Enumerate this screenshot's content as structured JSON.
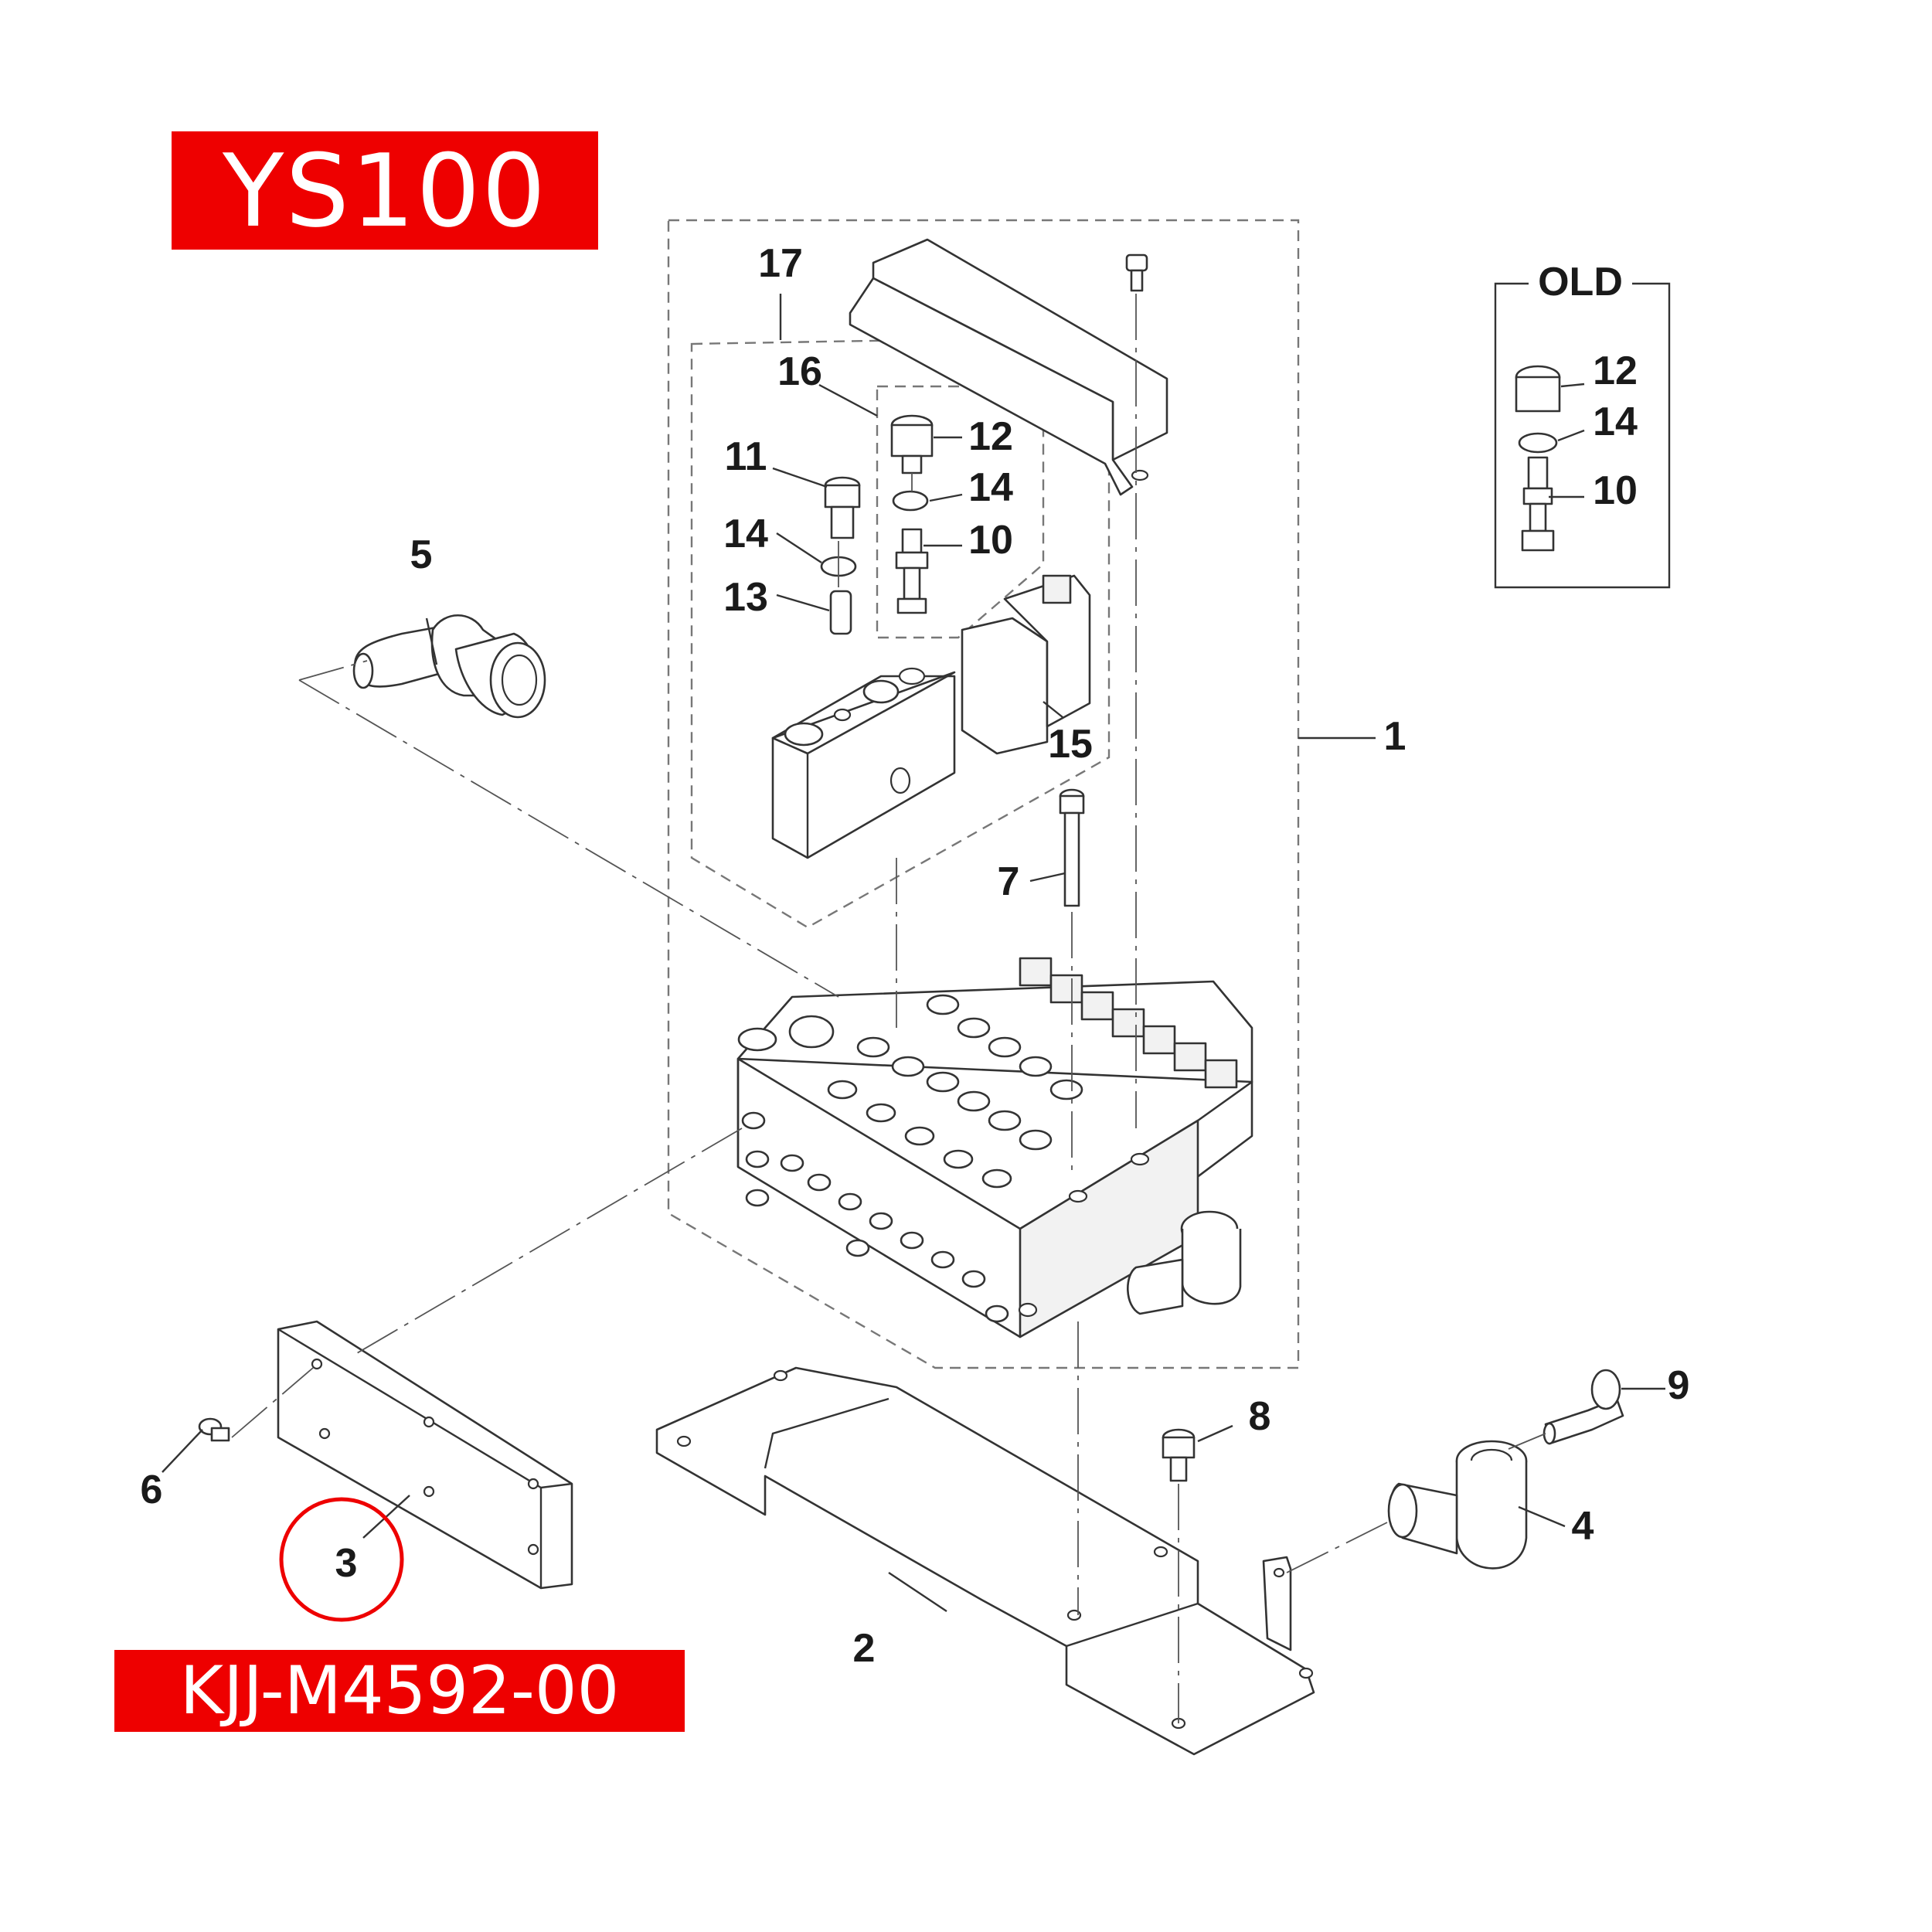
{
  "model_label": "YS100",
  "part_number_label": "KJJ-M4592-00",
  "old_box_title": "OLD",
  "highlight_color": "#ee0000",
  "callouts": {
    "c1": "1",
    "c2": "2",
    "c3": "3",
    "c4": "4",
    "c5": "5",
    "c6": "6",
    "c7": "7",
    "c8": "8",
    "c9": "9",
    "c10": "10",
    "c11": "11",
    "c12": "12",
    "c13": "13",
    "c14a": "14",
    "c14b": "14",
    "c15": "15",
    "c16": "16",
    "c17": "17",
    "old12": "12",
    "old14": "14",
    "old10": "10"
  },
  "highlighted_callout": "3"
}
